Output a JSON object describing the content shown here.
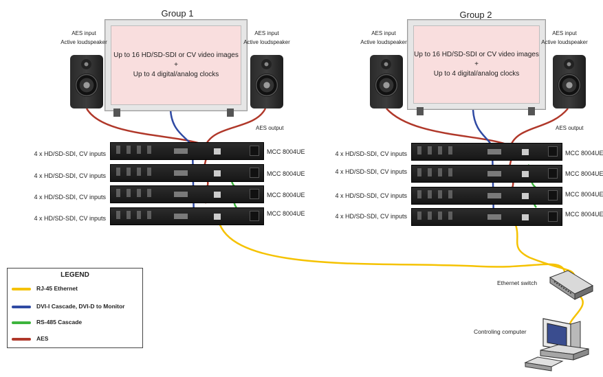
{
  "groups": [
    {
      "title": "Group 1",
      "screen_line1": "Up to 16 HD/SD-SDI or CV video images",
      "screen_plus": "+",
      "screen_line2": "Up to 4 digital/analog clocks",
      "speaker_left": {
        "line1": "AES input",
        "line2": "Active loudspeaker"
      },
      "speaker_right": {
        "line1": "AES input",
        "line2": "Active loudspeaker"
      },
      "aes_output": "AES output",
      "units": [
        {
          "inputs": "4 x HD/SD-SDI, CV inputs",
          "model": "MCC 8004UE"
        },
        {
          "inputs": "4 x HD/SD-SDI, CV inputs",
          "model": "MCC 8004UE"
        },
        {
          "inputs": "4 x HD/SD-SDI, CV inputs",
          "model": "MCC 8004UE"
        },
        {
          "inputs": "4 x HD/SD-SDI, CV inputs",
          "model": "MCC 8004UE"
        }
      ]
    },
    {
      "title": "Group 2",
      "screen_line1": "Up to 16 HD/SD-SDI or CV video images",
      "screen_plus": "+",
      "screen_line2": "Up to 4 digital/analog clocks",
      "speaker_left": {
        "line1": "AES input",
        "line2": "Active loudspeaker"
      },
      "speaker_right": {
        "line1": "AES input",
        "line2": "Active loudspeaker"
      },
      "aes_output": "AES output",
      "units": [
        {
          "inputs": "4 x HD/SD-SDI, CV inputs",
          "model": "MCC 8004UE"
        },
        {
          "inputs": "4 x HD/SD-SDI, CV inputs",
          "model": "MCC 8004UE"
        },
        {
          "inputs": "4 x HD/SD-SDI, CV inputs",
          "model": "MCC 8004UE"
        },
        {
          "inputs": "4 x HD/SD-SDI, CV inputs",
          "model": "MCC 8004UE"
        }
      ]
    }
  ],
  "legend": {
    "title": "LEGEND",
    "items": [
      {
        "label": "RJ-45 Ethernet",
        "color": "#f5c200"
      },
      {
        "label": "DVI-I Cascade, DVI-D to Monitor",
        "color": "#2f4aa3"
      },
      {
        "label": "RS-485 Cascade",
        "color": "#3db43d"
      },
      {
        "label": "AES",
        "color": "#b0382a"
      }
    ]
  },
  "network": {
    "switch_label": "Ethernet switch",
    "computer_label": "Controling computer"
  }
}
